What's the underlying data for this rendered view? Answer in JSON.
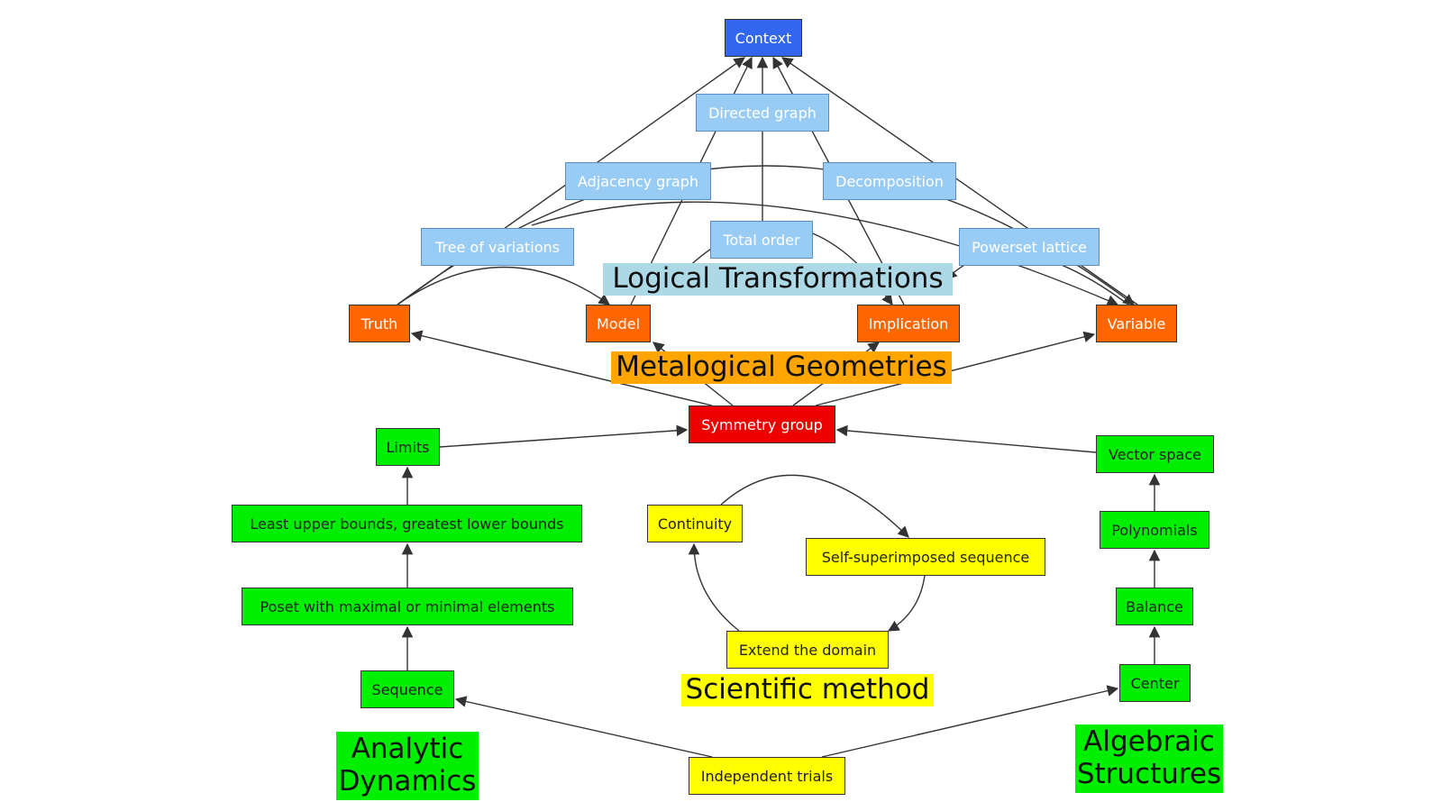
{
  "colors": {
    "context": "#3366ee",
    "logic": "#99ccf5",
    "foundation": "#ff6600",
    "symmetry": "#ee0000",
    "dynamics": "#00ee00",
    "method": "#ffff00",
    "banner_logic": "#add8e6",
    "banner_meta": "#ffa500",
    "edge": "#333333"
  },
  "nodes": {
    "context": "Context",
    "directed_graph": "Directed graph",
    "adjacency_graph": "Adjacency graph",
    "decomposition": "Decomposition",
    "tree_of_variations": "Tree of variations",
    "total_order": "Total order",
    "powerset_lattice": "Powerset lattice",
    "truth": "Truth",
    "model": "Model",
    "implication": "Implication",
    "variable": "Variable",
    "symmetry_group": "Symmetry group",
    "limits": "Limits",
    "lub_glb": "Least upper bounds, greatest lower bounds",
    "poset": "Poset with maximal or minimal elements",
    "sequence": "Sequence",
    "vector_space": "Vector space",
    "polynomials": "Polynomials",
    "balance": "Balance",
    "center": "Center",
    "continuity": "Continuity",
    "self_superimposed": "Self-superimposed sequence",
    "extend_domain": "Extend the domain",
    "independent_trials": "Independent trials"
  },
  "labels": {
    "logical_transformations": "Logical Transformations",
    "metalogical_geometries": "Metalogical Geometries",
    "scientific_method": "Scientific method",
    "analytic_dynamics_1": "Analytic",
    "analytic_dynamics_2": "Dynamics",
    "algebraic_structures_1": "Algebraic",
    "algebraic_structures_2": "Structures"
  }
}
